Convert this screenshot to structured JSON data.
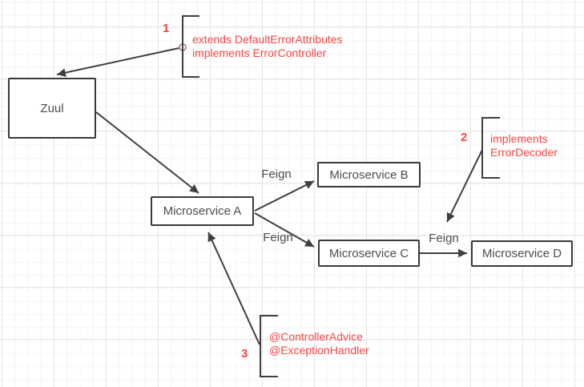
{
  "nodes": {
    "zuul": "Zuul",
    "ms_a": "Microservice A",
    "ms_b": "Microservice B",
    "ms_c": "Microservice C",
    "ms_d": "Microservice D"
  },
  "edge_labels": {
    "a_to_b": "Feign",
    "a_to_c": "Feign",
    "c_to_d": "Feign"
  },
  "annotations": {
    "n1": {
      "number": "1",
      "line1": "extends DefaultErrorAttributes",
      "line2": "implements ErrorController"
    },
    "n2": {
      "number": "2",
      "line1": "implements",
      "line2": "ErrorDecoder"
    },
    "n3": {
      "number": "3",
      "line1": "@ControllerAdvice",
      "line2": "@ExceptionHandler"
    }
  },
  "colors": {
    "annotation_red": "#fa4343",
    "node_border": "#3a3a3a",
    "node_text": "#4d4d4d",
    "connector": "#3f3f3f",
    "grid_minor": "#f4f4f4",
    "grid_major": "#e5e5e5"
  }
}
